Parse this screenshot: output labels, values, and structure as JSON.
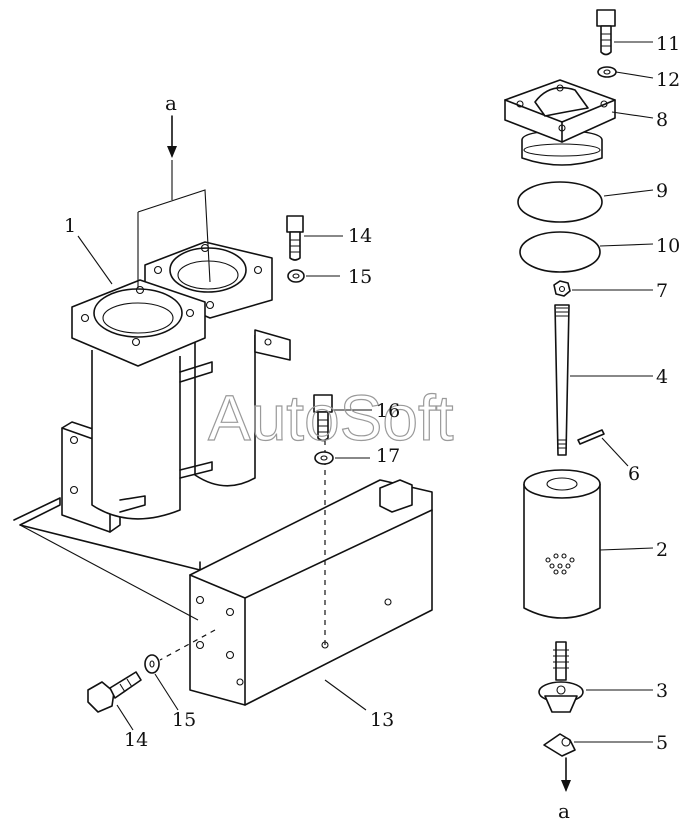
{
  "watermark": "AutoSoft",
  "view_letters": {
    "top": "a",
    "bottom": "a"
  },
  "callouts": {
    "c1": "1",
    "c2": "2",
    "c3": "3",
    "c4": "4",
    "c5": "5",
    "c6": "6",
    "c7": "7",
    "c8": "8",
    "c9": "9",
    "c10": "10",
    "c11": "11",
    "c12": "12",
    "c13": "13",
    "c14a": "14",
    "c14b": "14",
    "c15a": "15",
    "c15b": "15",
    "c16": "16",
    "c17": "17"
  }
}
